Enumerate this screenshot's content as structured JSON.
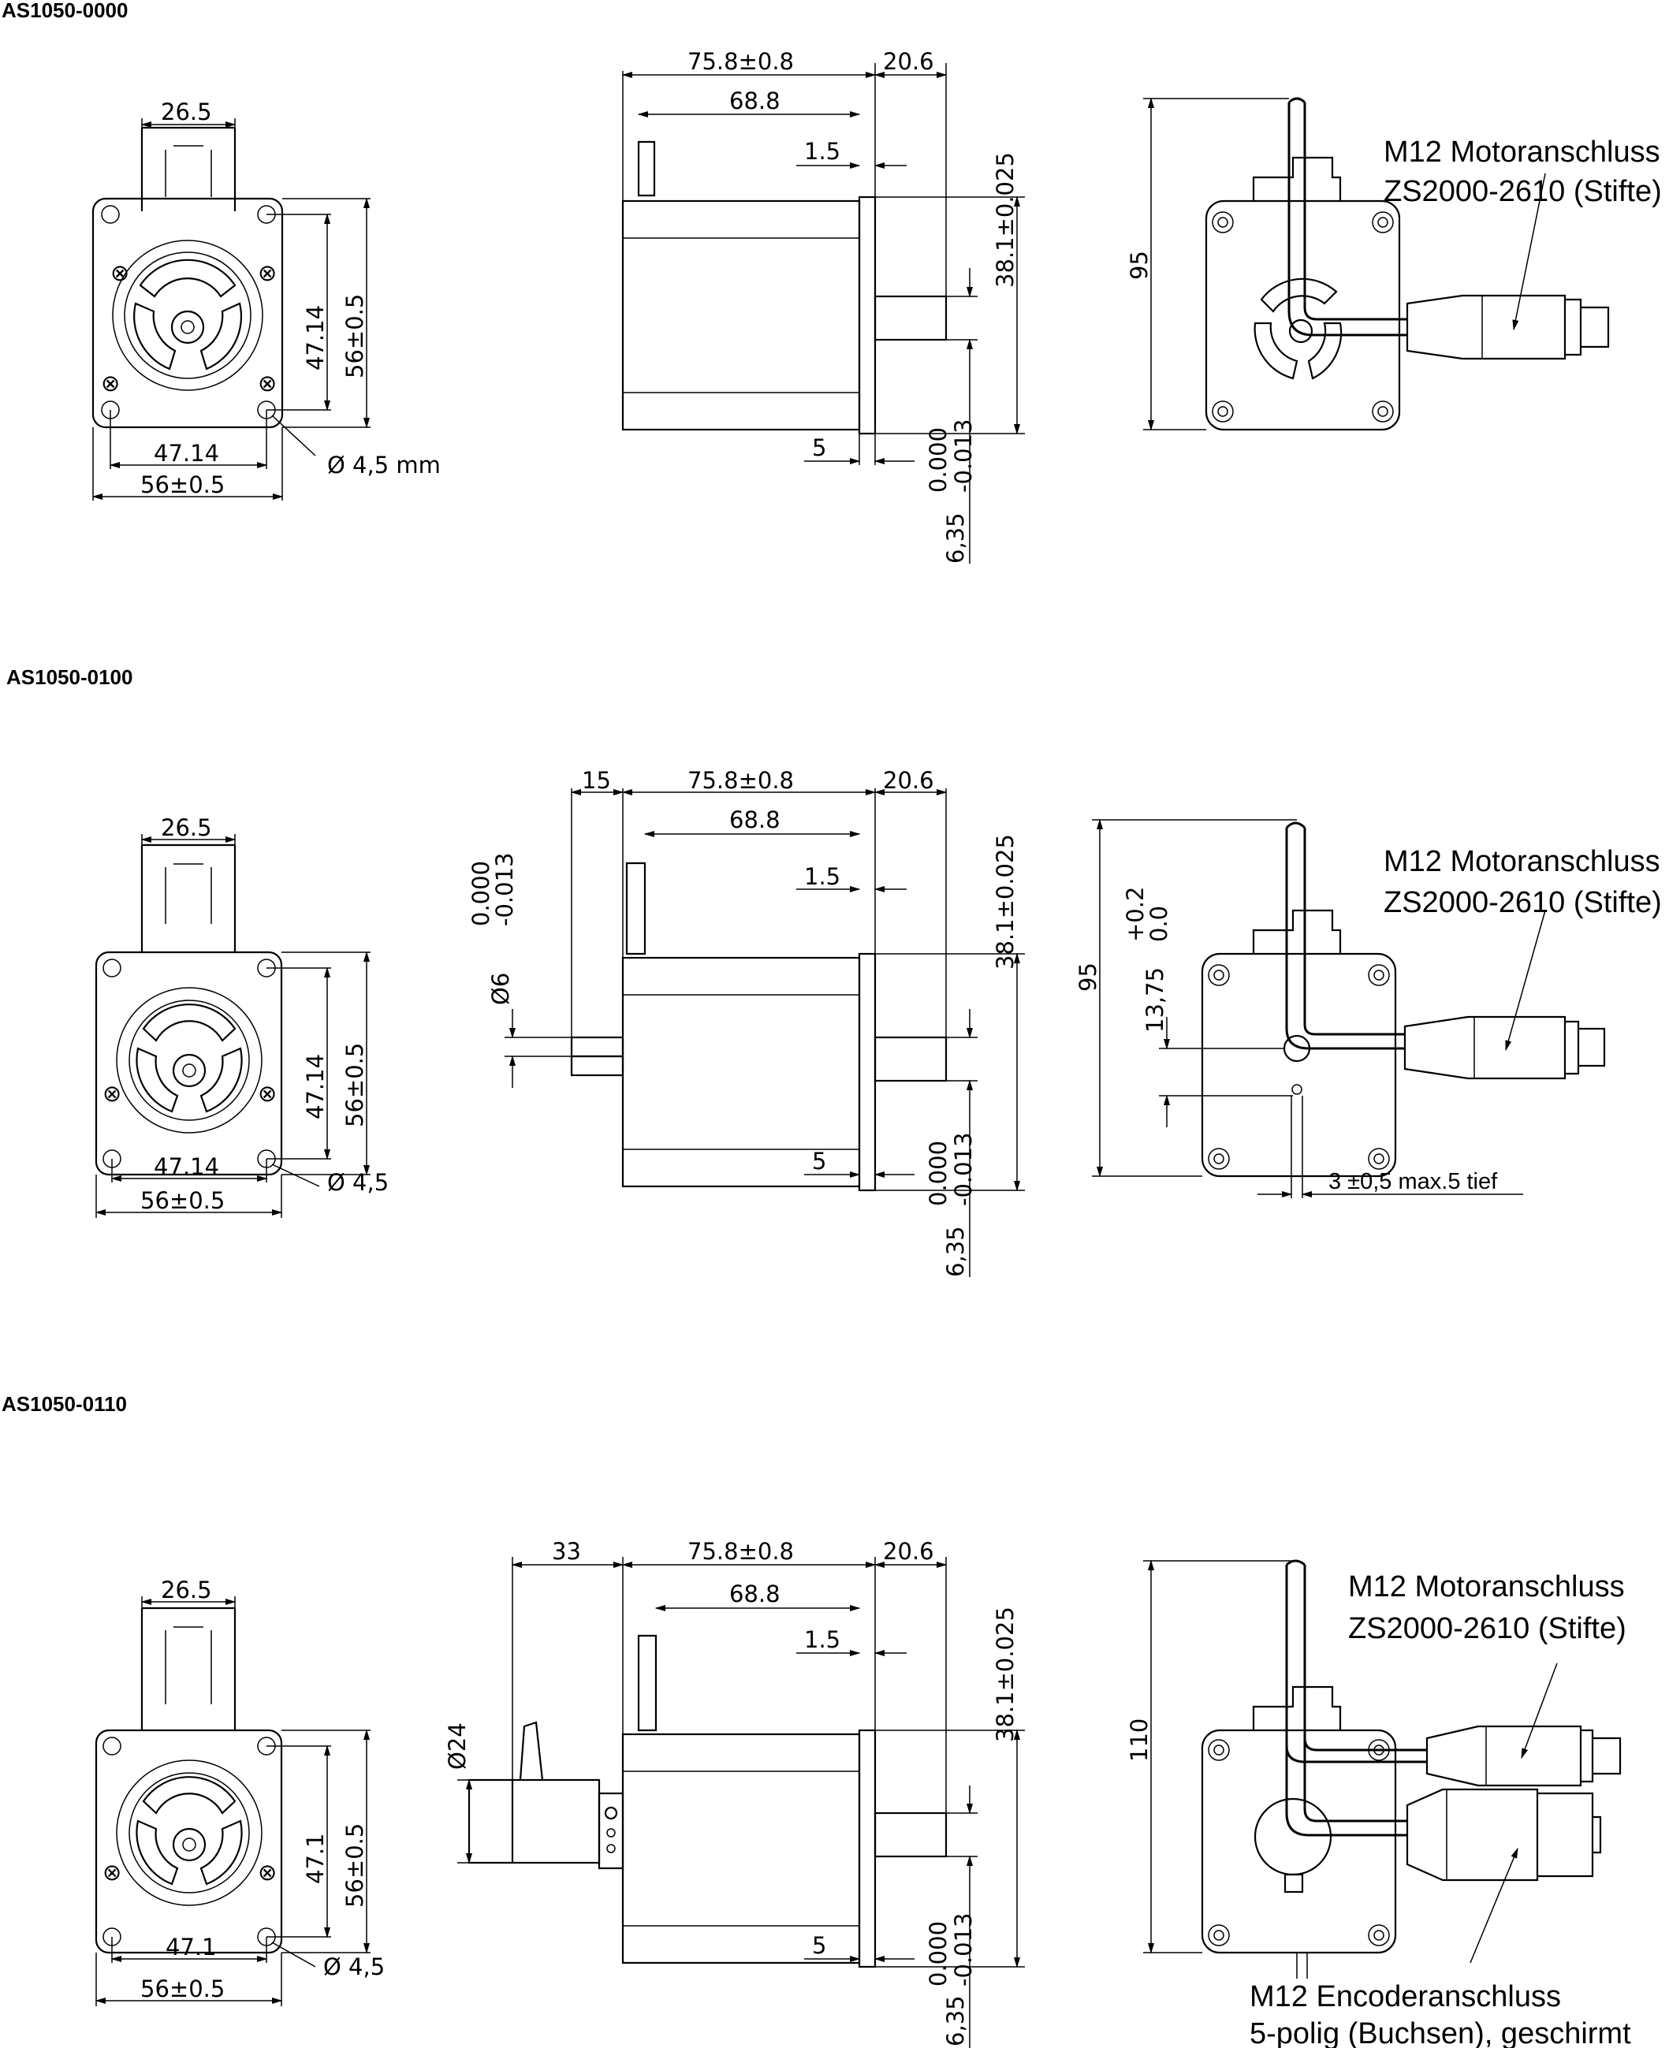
{
  "sections": [
    {
      "title": "AS1050-0000",
      "front": {
        "top_width": "26.5",
        "hole_spacing_h": "47.14",
        "flange_h": "56±0.5",
        "hole_spacing_v": "47.14",
        "flange_v": "56±0.5",
        "hole_dia": "Ø 4,5 mm"
      },
      "side": {
        "body_len": "75.8±0.8",
        "shaft_len": "20.6",
        "inner_len": "68.8",
        "pilot": "1.5",
        "pilot_dia": "38.1±0.025",
        "dim_5": "5",
        "shaft_dia": "6,35",
        "shaft_tol_upper": "0.000",
        "shaft_tol_lower": "-0.013"
      },
      "rear": {
        "height": "95",
        "connector_label_1": "M12 Motoranschluss",
        "connector_label_2": "ZS2000-2610 (Stifte)"
      }
    },
    {
      "title": "AS1050-0100",
      "front": {
        "top_width": "26.5",
        "hole_spacing_h": "47.14",
        "flange_h": "56±0.5",
        "hole_spacing_v": "47.14",
        "flange_v": "56±0.5",
        "hole_dia": "Ø 4,5"
      },
      "side": {
        "rear_shaft": "15",
        "body_len": "75.8±0.8",
        "shaft_len": "20.6",
        "inner_len": "68.8",
        "pilot": "1.5",
        "pilot_dia": "38.1±0.025",
        "dim_5": "5",
        "shaft_dia": "6,35",
        "shaft_tol_upper": "0.000",
        "shaft_tol_lower": "-0.013",
        "rear_dia": "Ø6",
        "rear_tol_upper": "0.000",
        "rear_tol_lower": "-0.013"
      },
      "rear": {
        "height": "95",
        "offset": "13,75",
        "offset_tol_upper": "+0.2",
        "offset_tol_lower": "0.0",
        "connector_label_1": "M12 Motoranschluss",
        "connector_label_2": "ZS2000-2610 (Stifte)",
        "hole_note": "3 ±0,5  max.5 tief"
      }
    },
    {
      "title": "AS1050-0110",
      "front": {
        "top_width": "26.5",
        "hole_spacing_h": "47.1",
        "flange_h": "56±0.5",
        "hole_spacing_v": "47.1",
        "flange_v": "56±0.5",
        "hole_dia": "Ø 4,5"
      },
      "side": {
        "encoder_len": "33",
        "body_len": "75.8±0.8",
        "shaft_len": "20.6",
        "inner_len": "68.8",
        "pilot": "1.5",
        "pilot_dia": "38.1±0.025",
        "dim_5": "5",
        "encoder_dia": "Ø24",
        "shaft_dia": "6,35",
        "shaft_tol_upper": "0.000",
        "shaft_tol_lower": "-0.013"
      },
      "rear": {
        "height": "110",
        "connector_label_1": "M12 Motoranschluss",
        "connector_label_2": "ZS2000-2610 (Stifte)",
        "encoder_label_1": "M12 Encoderanschluss",
        "encoder_label_2": "5-polig (Buchsen), geschirmt"
      }
    }
  ]
}
